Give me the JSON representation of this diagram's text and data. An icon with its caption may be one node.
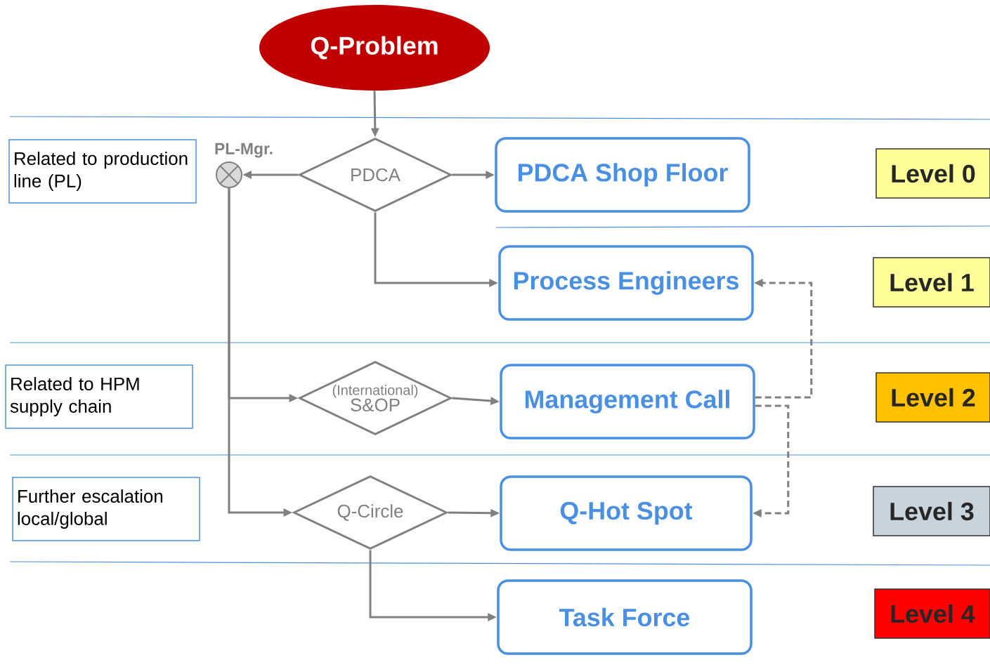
{
  "diagram": {
    "nodes": [
      {
        "text": [
          "Q-Problem"
        ]
      },
      {
        "text": [
          "PDCA"
        ]
      },
      {
        "text": [
          "PL-Mgr."
        ]
      },
      {
        "text": [
          "PDCA Shop Floor"
        ]
      },
      {
        "text": [
          "Process Engineers"
        ]
      },
      {
        "text": [
          "(International)",
          "S&OP"
        ]
      },
      {
        "text": [
          "Management Call"
        ]
      },
      {
        "text": [
          "Q-Circle"
        ]
      },
      {
        "text": [
          "Q-Hot Spot"
        ]
      },
      {
        "text": [
          "Task Force"
        ]
      },
      {
        "text": [
          "Related to production line (PL)"
        ]
      },
      {
        "text": [
          "Related to HPM supply chain"
        ]
      },
      {
        "text": [
          "Further escalation local/global"
        ]
      },
      {
        "text": [
          "Level 0"
        ]
      },
      {
        "text": [
          "Level 1"
        ]
      },
      {
        "text": [
          "Level 2"
        ]
      },
      {
        "text": [
          "Level 3"
        ]
      },
      {
        "text": [
          "Level 4"
        ]
      }
    ],
    "edges": [
      {
        "from": 0,
        "to": 1,
        "arrow": "to"
      },
      {
        "from": 1,
        "to": 2,
        "arrow": "to"
      },
      {
        "from": 1,
        "to": 3,
        "arrow": "to"
      },
      {
        "from": 1,
        "to": 4,
        "arrow": "to"
      },
      {
        "from": 2,
        "to": 5,
        "arrow": "to"
      },
      {
        "from": 2,
        "to": 7,
        "arrow": "to"
      },
      {
        "from": 5,
        "to": 6,
        "arrow": "to"
      },
      {
        "from": 7,
        "to": 8,
        "arrow": "to"
      },
      {
        "from": 7,
        "to": 9,
        "arrow": "to"
      },
      {
        "from": 6,
        "to": 4,
        "arrow": "to",
        "style": "dashed"
      },
      {
        "from": 6,
        "to": 8,
        "arrow": "to",
        "style": "dashed"
      }
    ]
  }
}
